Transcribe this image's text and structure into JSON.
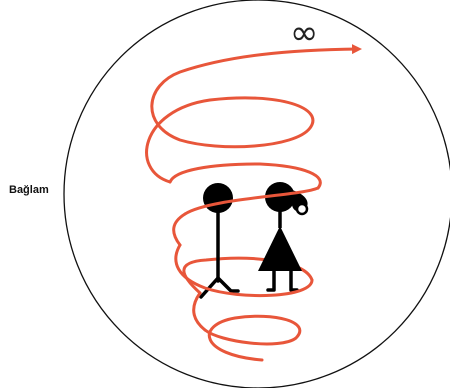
{
  "labels": {
    "context": "Bağlam",
    "infinity": "∞"
  },
  "colors": {
    "spiral": "#e8563a",
    "outline": "#111111",
    "figure": "#000000",
    "background": "#ffffff"
  },
  "figures": [
    {
      "name": "male-figure",
      "icon": "stick-figure-man"
    },
    {
      "name": "female-figure",
      "icon": "stick-figure-woman"
    }
  ]
}
